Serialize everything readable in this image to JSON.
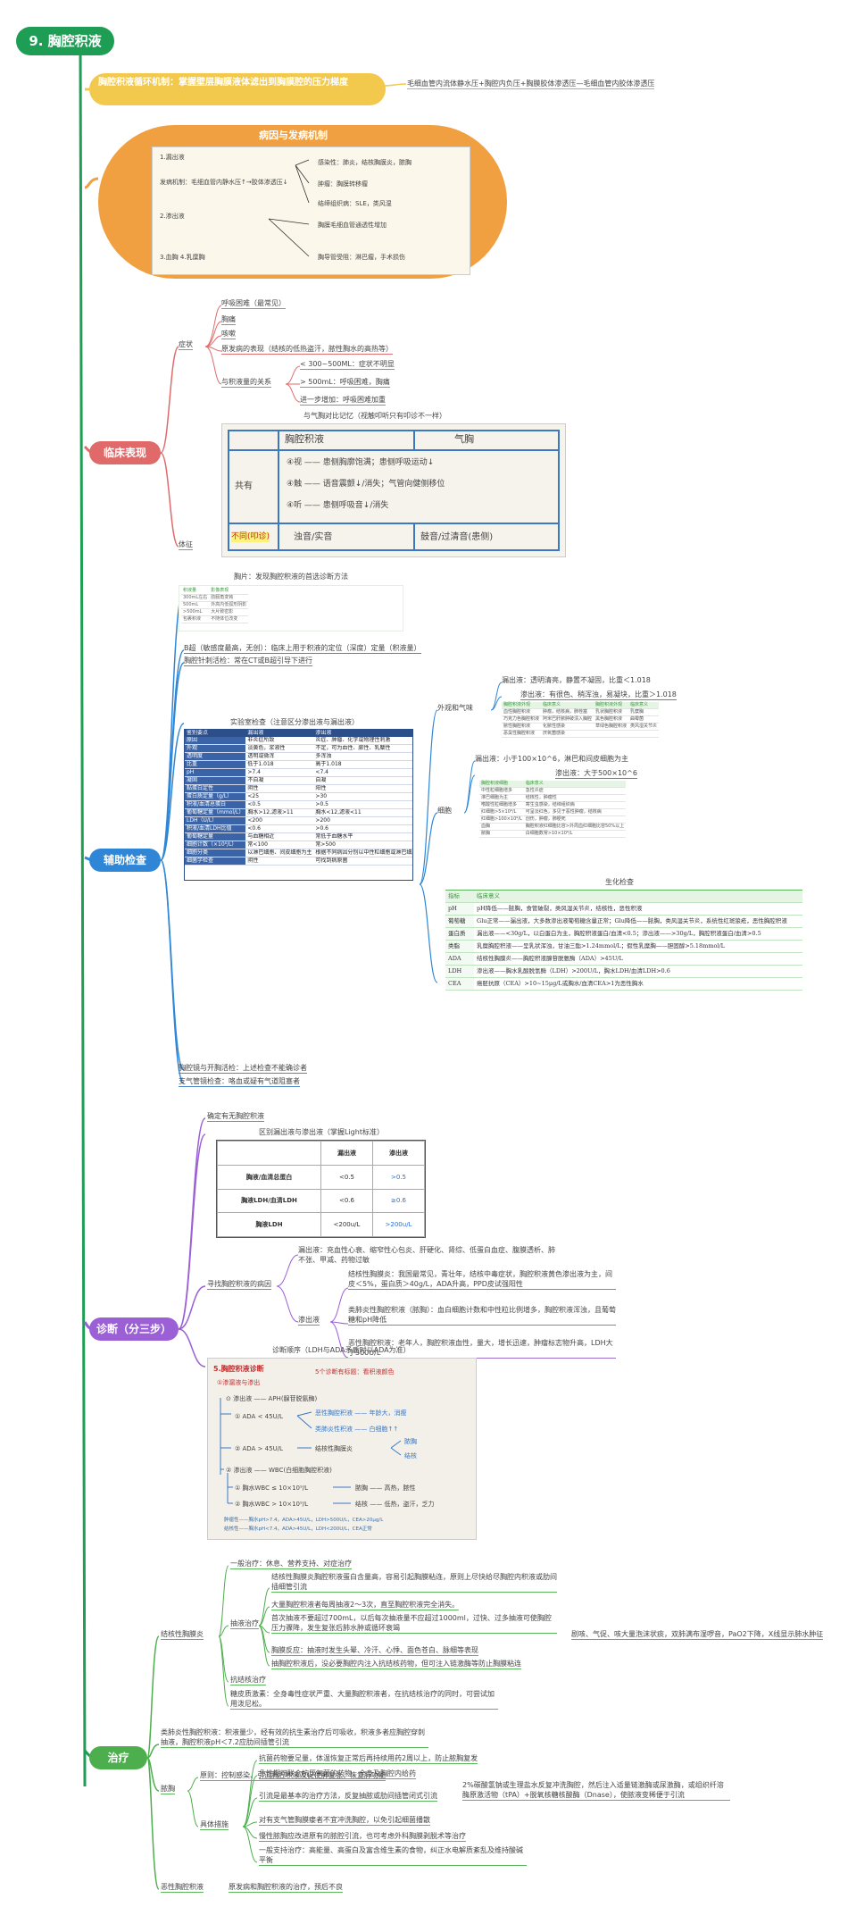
{
  "root": {
    "title": "9. 胸腔积液",
    "color": "#1e9e54"
  },
  "cycle": {
    "label": "胸腔积液循环机制：掌握壁层胸膜液体滤出到胸膜腔的压力梯度",
    "detail": "毛细血管内流体静水压+胸腔内负压+胸膜胶体渗透压—毛细血管内胶体渗透压"
  },
  "etiology": {
    "label": "病因与发病机制",
    "note": {
      "l1": "1.漏出液",
      "l2": "发病机制：毛细血管内静水压↑→胶体渗透压↓",
      "l3": "2.渗出液",
      "l4": "3.血胸  4.乳糜胸",
      "r1": "感染性：肺炎，结核胸膜炎，脓胸",
      "r2": "肿瘤：胸膜转移瘤",
      "r3": "结缔组织病：SLE，类风湿",
      "r4": "胸膜毛细血管通透性增加",
      "r5": "胸导管受阻：淋巴瘤，手术损伤"
    }
  },
  "clinical": {
    "label": "临床表现",
    "symptom": "症状",
    "dyspnea": "呼吸困难（最常见）",
    "chest_pain": "胸痛",
    "cough": "咳嗽",
    "primary": "原发病的表现（结核的低热盗汗，脓性胸水的高热等）",
    "relation": "与积液量的关系",
    "v1": "< 300~500ML：症状不明显",
    "v2": "> 500mL：呼吸困难，胸痛",
    "v3": "进一步增加：呼吸困难加重",
    "pneu_note": "与气胸对比记忆（视触叩听只有叩诊不一样）",
    "sign": "体征",
    "tbl": {
      "h1": "胸腔积液",
      "h2": "气胸",
      "same": "共有",
      "r1": "④视 —— 患侧胸廓饱满；患侧呼吸运动↓",
      "r2": "④触 —— 语音震颤↓/消失；气管向健侧移位",
      "r3": "④听 —— 患侧呼吸音↓/消失",
      "diff": "不同(叩诊)",
      "d1": "浊音/实音",
      "d2": "鼓音/过清音(患侧)"
    }
  },
  "aux": {
    "label": "辅助检查",
    "xray": "胸片：发现胸腔积液的首选诊断方法",
    "xray_rows": [
      [
        "积液量",
        "影像表现"
      ],
      [
        "300mL左右",
        "肋膈角变钝"
      ],
      [
        "500mL",
        "外高内低弧形阴影"
      ],
      [
        ">500mL",
        "大片致密影"
      ],
      [
        "包裹积液",
        "不随体位改变"
      ]
    ],
    "us": "B超（敏感度最高，无创）：临床上用于积液的定位（深度）定量（积液量）",
    "ct": "胸腔针刺活检：常在CT或B超引导下进行",
    "lab_title": "实验室检查（注意区分渗出液与漏出液）",
    "lab_head": [
      "鉴别要点",
      "漏出液",
      "渗出液"
    ],
    "lab_rows": [
      [
        "原因",
        "非炎症所致",
        "炎症、肿瘤、化学或物理性刺激"
      ],
      [
        "外观",
        "淡黄色，浆液性",
        "不定，可为血性、脓性、乳糜性"
      ],
      [
        "透明度",
        "透明或微浑",
        "多浑浊"
      ],
      [
        "比重",
        "低于1.018",
        "高于1.018"
      ],
      [
        "pH",
        ">7.4",
        "<7.4"
      ],
      [
        "凝固",
        "不自凝",
        "自凝"
      ],
      [
        "黏蛋白定性",
        "阴性",
        "阳性"
      ],
      [
        "蛋白质定量（g/L）",
        "<25",
        ">30"
      ],
      [
        "积液/血清总蛋白",
        "<0.5",
        ">0.5"
      ],
      [
        "葡萄糖定量（mmol/L）",
        "胸水>12,滤液>11",
        "胸水<12,滤液<11"
      ],
      [
        "LDH（U/L）",
        "<200",
        ">200"
      ],
      [
        "积液/血清LDH比值",
        "<0.6",
        ">0.6"
      ],
      [
        "葡萄糖定量",
        "与血糖相近",
        "常低于血糖水平"
      ],
      [
        "细胞计数（×10⁶/L）",
        "常<100",
        "常>500"
      ],
      [
        "细胞分类",
        "以淋巴细胞、间皮细胞为主",
        "根据不同病因分别以中性粒细胞或淋巴细胞为主"
      ],
      [
        "细菌学检查",
        "阴性",
        "可找到病原菌"
      ]
    ],
    "appearance": "外观和气味",
    "leak_look": "漏出液：透明清亮，静置不凝固，比重＜1.018",
    "exu_look": "渗出液：有很色、稍浑浊，易凝块，比重＞1.018",
    "look_head": [
      "胸腔积液外观",
      "临床意义",
      "胸腔积液外观",
      "临床意义"
    ],
    "look_rows": [
      [
        "血性胸腔积液",
        "肿瘤，结核病，肺栓塞",
        "乳状胸腔积液",
        "乳糜胸"
      ],
      [
        "巧克力色胸腔积液",
        "阿米巴肝脓肿破溃入胸腔",
        "黑色胸腔积液",
        "曲霉菌"
      ],
      [
        "脓性胸腔积液",
        "化脓性感染",
        "草绿色胸腔积液",
        "类风湿关节炎"
      ],
      [
        "恶臭性胸腔积液",
        "厌氧菌感染",
        "",
        ""
      ]
    ],
    "cell": "细胞",
    "cell_leak": "漏出液：小于100×10^6，淋巴和间皮细胞为主",
    "cell_exu": "渗出液：大于500×10^6",
    "cell_head": [
      "胸腔积液细胞",
      "临床意义"
    ],
    "cell_rows": [
      [
        "中性粒细胞增多",
        "急性炎症"
      ],
      [
        "淋巴细胞为主",
        "结核性，肿瘤性"
      ],
      [
        "嗜酸性粒细胞增多",
        "寄生虫感染，结缔组织病"
      ],
      [
        "红细胞>5×10⁹/L",
        "可呈淡红色，多见于恶性肿瘤，结核病"
      ],
      [
        "红细胞>100×10⁹/L",
        "创伤，肿瘤，肺梗死"
      ],
      [
        "血胸",
        "胸腔积液红细胞比容>外周血红细胞比容50%以上"
      ],
      [
        "脓胸",
        "白细胞数常>10×10⁹/L"
      ]
    ],
    "bio_title": "生化检查",
    "bio_head": [
      "指标",
      "临床意义"
    ],
    "bio_rows": [
      [
        "pH",
        "pH降低——脓胸，食管破裂，类风湿关节炎，结核性，恶性积液"
      ],
      [
        "葡萄糖",
        "Glu正常——漏出液，大多数渗出液葡萄糖含量正常；Glu降低——脓胸，类风湿关节炎，系统性红斑狼疮，恶性胸腔积液"
      ],
      [
        "蛋白质",
        "漏出液——<30g/L，以白蛋白为主，胸腔积液蛋白/血清<0.5；渗出液——>30g/L，胸腔积液蛋白/血清>0.5"
      ],
      [
        "类脂",
        "乳糜胸腔积液——呈乳状浑浊，甘油三酯>1.24mmol/L；假性乳糜胸——胆固醇>5.18mmol/L"
      ],
      [
        "ADA",
        "结核性胸膜炎——胸腔积液腺苷脱氨酶（ADA）>45U/L"
      ],
      [
        "LDH",
        "渗出液——胸水乳酸脱氢酶（LDH）>200U/L，胸水LDH/血清LDH>0.6"
      ],
      [
        "CEA",
        "癌胚抗原（CEA）>10~15μg/L或胸水/血清CEA>1为恶性胸水"
      ]
    ],
    "biopsy": "胸腔镜与开胸活检：上述检查不能确诊者",
    "bronch": "支气管镜检查：咯血或疑有气道阻塞者"
  },
  "diag": {
    "label": "诊断（分三步）",
    "s1": "确定有无胸腔积液",
    "light": "区别漏出液与渗出液（掌握Light标准）",
    "light_head": [
      "",
      "漏出液",
      "渗出液"
    ],
    "light_rows": [
      [
        "胸液/血清总蛋白",
        "<0.5",
        ">0.5"
      ],
      [
        "胸液LDH/血清LDH",
        "<0.6",
        "≥0.6"
      ],
      [
        "胸液LDH",
        "<200u/L",
        ">200u/L"
      ]
    ],
    "s3": "寻找胸腔积液的病因",
    "leak": "漏出液：充血性心衰、缩窄性心包炎、肝硬化、肾综、低蛋白血症、腹膜透析、肺不张、甲减、药物过敏",
    "exu": "渗出液",
    "tb": "结核性胸膜炎：我国最常见，青壮年，结核中毒症状，胸腔积液黄色渗出液为主，间皮＜5%，蛋白质＞40g/L，ADA升高，PPD皮试强阳性",
    "parap": "类肺炎性胸腔积液（脓胸）：血白细胞计数和中性粒比例增多，胸腔积液浑浊，且葡萄糖和pH降低",
    "malig": "恶性胸腔积液：老年人，胸腔积液血性，量大，增长迅速，肿瘤标志物升高，LDH大于500U/L",
    "flow_title": "诊断顺序（LDH与ADA矛盾时以ADA为准）",
    "flow": {
      "title": "5.胸腔积液诊断",
      "sub": "①渗漏液与渗出",
      "hint": "5个诊断有标题：看积液颜色",
      "a1": "⊙ 渗出液 —— APH(腺苷脱氨酶)",
      "a2": "① ADA < 45U/L",
      "a3": "② ADA > 45U/L",
      "b1": "恶性胸腔积液 —— 年龄大，消瘦",
      "b2": "类肺炎性积液 —— 白细胞↑↑",
      "b3": "结核性胸膜炎",
      "c1": "脓胸",
      "c2": "结核",
      "d0": "② 渗出液 —— WBC(白细胞胸腔积液)",
      "d1": "① 胸水WBC ≤ 10×10⁹/L",
      "d2": "② 胸水WBC > 10×10⁹/L",
      "e1": "脓胸 —— 高热，脓性",
      "e2": "结核 —— 低热，盗汗，乏力",
      "f1": "肿瘤性——胸水pH>7.4，ADA>45U/L，LDH>500U/L，CEA>20μg/L",
      "f2": "结核性——胸水pH<7.4，ADA>45U/L，LDH<200U/L，CEA正常"
    }
  },
  "treat": {
    "label": "治疗",
    "tb": "结核性胸膜炎",
    "general": "一般治疗：休息、营养支持、对症治疗",
    "drain": "抽液治疗",
    "dr1": "结核性胸膜炎胸腔积液蛋白含量高，容易引起胸膜粘连，原则上尽快给尽胸腔内积液或肋间插细管引流",
    "dr2": "大量胸腔积液者每周抽液2～3次，直至胸腔积液完全消失。",
    "dr3": "首次抽液不要超过700mL，以后每次抽液量不应超过1000ml，过快、过多抽液可使胸腔压力骤降，发生复张后肺水肿或循环衰竭",
    "dr3_note": "剧咳、气促、咳大量泡沫状痰，双肺满布湿啰音，PaO2下降，X线显示肺水肿征",
    "dr4": "胸膜反应：抽液时发生头晕、冷汗、心悸、面色苍白、脉细等表现",
    "dr5": "抽胸腔积液后，没必要胸腔内注入抗结核药物，但可注入链激酶等防止胸膜粘连",
    "anti": "抗结核治疗",
    "gluco": "糖皮质激素：全身毒性症状严重、大量胸腔积液者，在抗结核治疗的同时，可尝试加用泼尼松。",
    "parap": "类肺炎性胸腔积液：积液量少，经有效的抗生素治疗后可吸收，积液多者应胸腔穿刺抽液，胸腔积液pH＜7.2应肋间插管引流",
    "empyema": "脓胸",
    "principle": "原则：控制感染、引流胸腔积液及促使肺复张，恢复肺功能",
    "specific": "具体措施",
    "sp1": "抗菌药物要足量，体温恢复正常后再持续用药2周以上，防止脓胸复发",
    "sp2": "急性期可联合抗厌氧菌的药物，全身及胸腔内给药",
    "sp3": "引流是最基本的治疗方法，反复抽脓或肋间插管闭式引流",
    "sp3_note": "2%碳酸氢钠或生理盐水反复冲洗胸腔，然后注入适量链激酶或尿激酶，或组织纤溶酶原激活物（tPA）+脱氧核糖核酸酶（Dnase），使脓液变稀便于引流",
    "sp4": "对有支气管胸膜瘘者不宜冲洗胸腔，以免引起细菌播散",
    "sp5": "慢性脓胸应改进原有的脓腔引流，也可考虑外科胸膜剥脱术等治疗",
    "sp6": "一般支持治疗：高能量、高蛋白及富含维生素的食物，纠正水电解质紊乱及维持酸碱平衡",
    "malig": "恶性胸腔积液",
    "malig_t": "原发病和胸腔积液的治疗，预后不良"
  },
  "colors": {
    "red": "#e06a6a",
    "blue": "#2f86d6",
    "purple": "#9b5fd6",
    "green": "#4cae4c",
    "orange": "#f0a040",
    "yellow": "#f2c94c"
  }
}
